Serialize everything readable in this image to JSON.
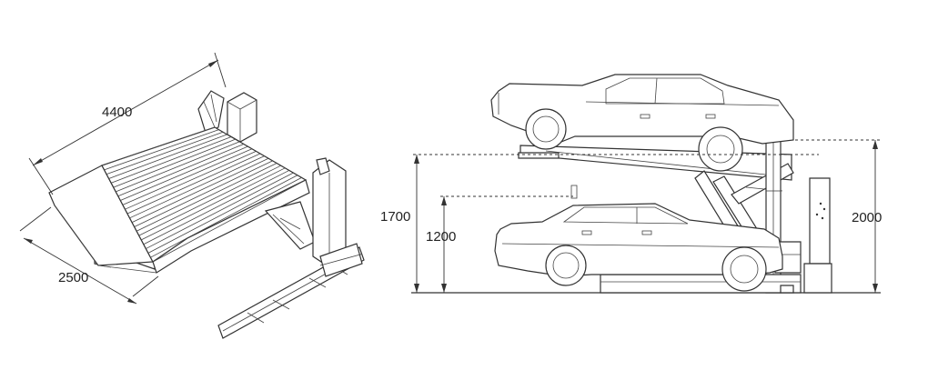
{
  "dimensions": {
    "length": "4400",
    "width": "2500",
    "lower_height": "1200",
    "upper_height": "1700",
    "total_height": "2000"
  },
  "colors": {
    "line": "#333333",
    "background": "#ffffff"
  }
}
